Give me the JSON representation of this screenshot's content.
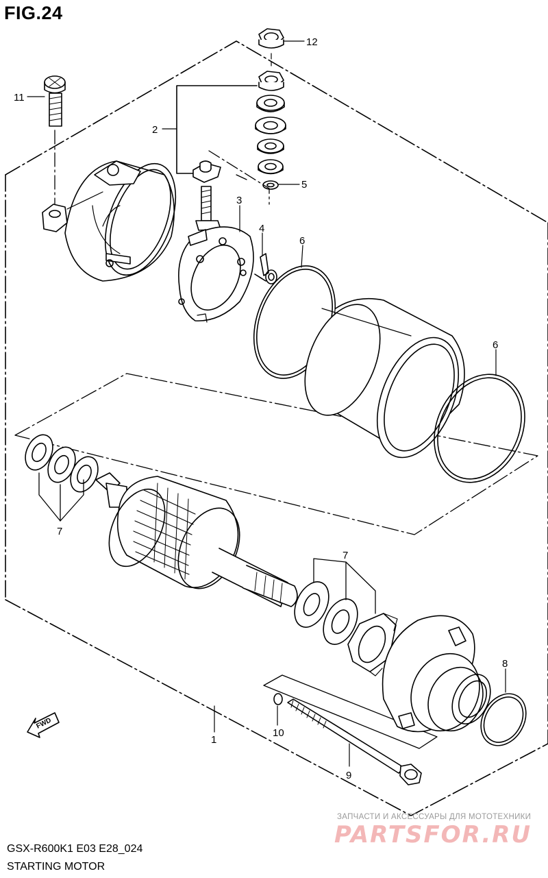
{
  "figure": {
    "title": "FIG.24",
    "model_code": "GSX-R600K1 E03 E28_024",
    "assembly_name": "STARTING MOTOR"
  },
  "callouts": [
    "12",
    "11",
    "2",
    "5",
    "3",
    "4",
    "6",
    "6",
    "7",
    "7",
    "8",
    "10",
    "9",
    "1"
  ],
  "direction_marker": "FWD",
  "watermark": {
    "tagline": "ЗАПЧАСТИ И АКСЕССУАРЫ ДЛЯ МОТОТЕХНИКИ",
    "logo_text": "PARTSFOR.RU"
  },
  "colors": {
    "line": "#000000",
    "background": "#ffffff",
    "watermark_logo": "#f3b7b7",
    "watermark_text": "#9a9a9a"
  }
}
